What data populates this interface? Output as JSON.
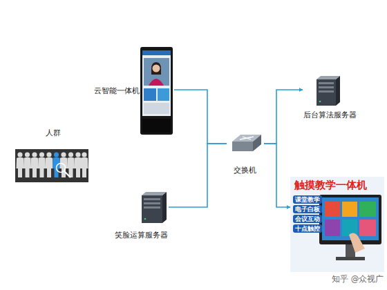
{
  "diagram": {
    "nodes": [
      {
        "text": [
          "云智能一体机"
        ]
      },
      {
        "text": [
          "后台算法服务器"
        ]
      },
      {
        "text": [
          "人群"
        ]
      },
      {
        "text": [
          "交换机"
        ]
      },
      {
        "text": [
          "笑脸运算服务器"
        ]
      },
      {
        "text": [
          "触摸教学一体机",
          "课堂教学",
          "电子白板",
          "会议互动",
          "十点触控"
        ]
      }
    ],
    "edges": [
      {
        "from": 0,
        "to": 3,
        "arrow": "none"
      },
      {
        "from": 4,
        "to": 3,
        "arrow": "none"
      },
      {
        "from": 3,
        "to": 1,
        "arrow": "to"
      },
      {
        "from": 3,
        "to": 5,
        "arrow": "to"
      }
    ],
    "labels": [
      "知乎 @众视广"
    ]
  }
}
